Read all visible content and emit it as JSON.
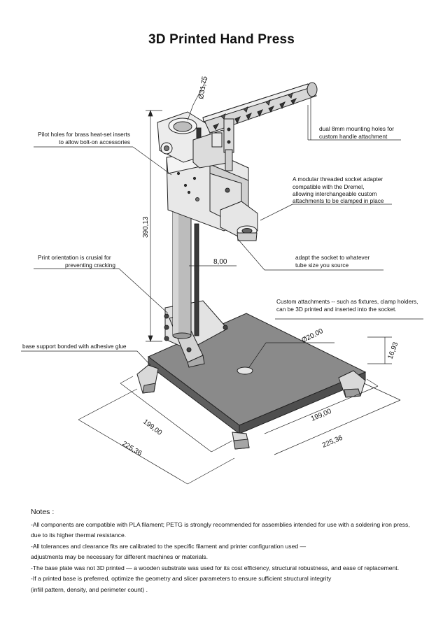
{
  "title": "3D Printed Hand Press",
  "annotations": {
    "pilot_holes": [
      "Pilot holes for brass heat-set inserts",
      "to allow bolt-on accessories"
    ],
    "handle_holes": [
      "dual 8mm mounting holes for",
      "custom handle attachment"
    ],
    "socket_adapter": [
      "A modular threaded socket adapter",
      "compatible with the Dremel,",
      "allowing interchangeable custom",
      "attachments to be clamped in place"
    ],
    "print_orientation": [
      "Print orientation is crusial for",
      "preventing cracking"
    ],
    "adapt_socket": [
      "adapt the socket to whatever",
      "tube size you source"
    ],
    "custom_attachments": [
      "Custom attachments -- such as fixtures, clamp holders,",
      "can be 3D printed and inserted into the socket."
    ],
    "base_support": "base support bonded with adhesive glue"
  },
  "dimensions": {
    "clamp_diameter": "Ø31,75",
    "height": "390,13",
    "rod": "8,00",
    "hole_diameter": "Ø20,00",
    "plate_thickness": "16,93",
    "inner_left": "199,00",
    "outer_left": "225,36",
    "inner_right": "199,00",
    "outer_right": "225,36"
  },
  "notes": {
    "heading": "Notes :",
    "lines": [
      "-All components are compatible with PLA filament; PETG is strongly recommended for assemblies intended for use with a soldering iron press,",
      " due to its higher thermal resistance.",
      "-All tolerances and clearance fits are calibrated to the specific filament and printer configuration used —",
      " adjustments may be necessary for different machines or materials.",
      "-The base plate was not 3D printed — a wooden substrate was used for its cost efficiency, structural robustness, and ease of replacement.",
      "-If a printed base is preferred, optimize the geometry and slicer parameters to ensure sufficient structural integrity",
      " (infill pattern, density, and perimeter count) ."
    ]
  },
  "colors": {
    "plate_top": "#8a8a8a",
    "plate_side": "#5a5a5a",
    "part_light": "#ebebeb",
    "part_mid": "#cfcfcf",
    "column": "#b5b5b5",
    "rod": "#3a3a3a"
  }
}
